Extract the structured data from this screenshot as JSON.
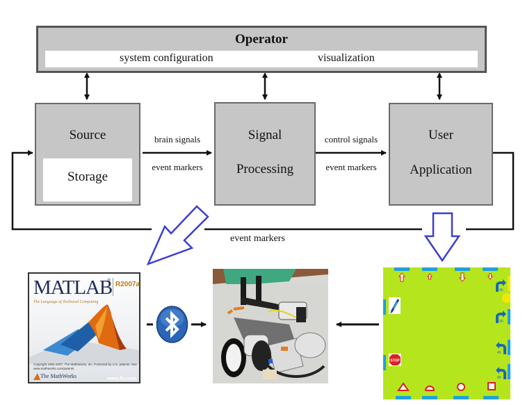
{
  "diagram": {
    "operator": {
      "title": "Operator",
      "items": [
        "system configuration",
        "visualization"
      ]
    },
    "blocks": {
      "source": {
        "label": "Source",
        "sub_label": "Storage"
      },
      "signal_processing": {
        "line1": "Signal",
        "line2": "Processing"
      },
      "user_application": {
        "line1": "User",
        "line2": "Application"
      }
    },
    "edges": {
      "source_to_sp": {
        "top": "brain signals",
        "bottom": "event markers"
      },
      "sp_to_app": {
        "top": "control signals",
        "bottom": "event markers"
      },
      "feedback_loop": "event markers"
    },
    "colors": {
      "block_fill": "#c6c6c6",
      "block_border": "#6a6a6a",
      "callout_arrow": "#3a3fd0",
      "track_green": "#b5e51d",
      "marker_blue": "#1ea0e0",
      "sign_red": "#e02020",
      "bluetooth_blue": "#2a66b8"
    }
  },
  "bottom_row": {
    "matlab_splash": {
      "brand": "MATLAB",
      "registered": "®",
      "version": "R2007a",
      "tagline": "The Language of Technical Computing",
      "copyright": "Copyright 1984-2007, The MathWorks, Inc. Protected by U.S. patents. See www.mathworks.com/patents",
      "company": "The MathWorks",
      "watermark": "www.flv.com"
    },
    "bluetooth": {
      "icon": "bluetooth-icon"
    },
    "robot_photo": {
      "subject": "LEGO Mindstorms NXT robot car"
    },
    "track_map": {
      "top_signs": [
        "arrow-up",
        "arrow-up-small",
        "arrow-down",
        "arrow-down-small"
      ],
      "right_signs": [
        {
          "icon": "turn-right-icon",
          "label": "45"
        },
        {
          "icon": "turn-right-icon",
          "label": "90"
        },
        {
          "icon": "turn-left-icon",
          "label": "45"
        },
        {
          "icon": "turn-left-icon",
          "label": "90"
        }
      ],
      "left_signs": [
        "pen-icon",
        "stop-sign-icon"
      ],
      "stop_text": "STOP",
      "bottom_signs": [
        "triangle",
        "semicircle",
        "circle",
        "square"
      ]
    }
  }
}
